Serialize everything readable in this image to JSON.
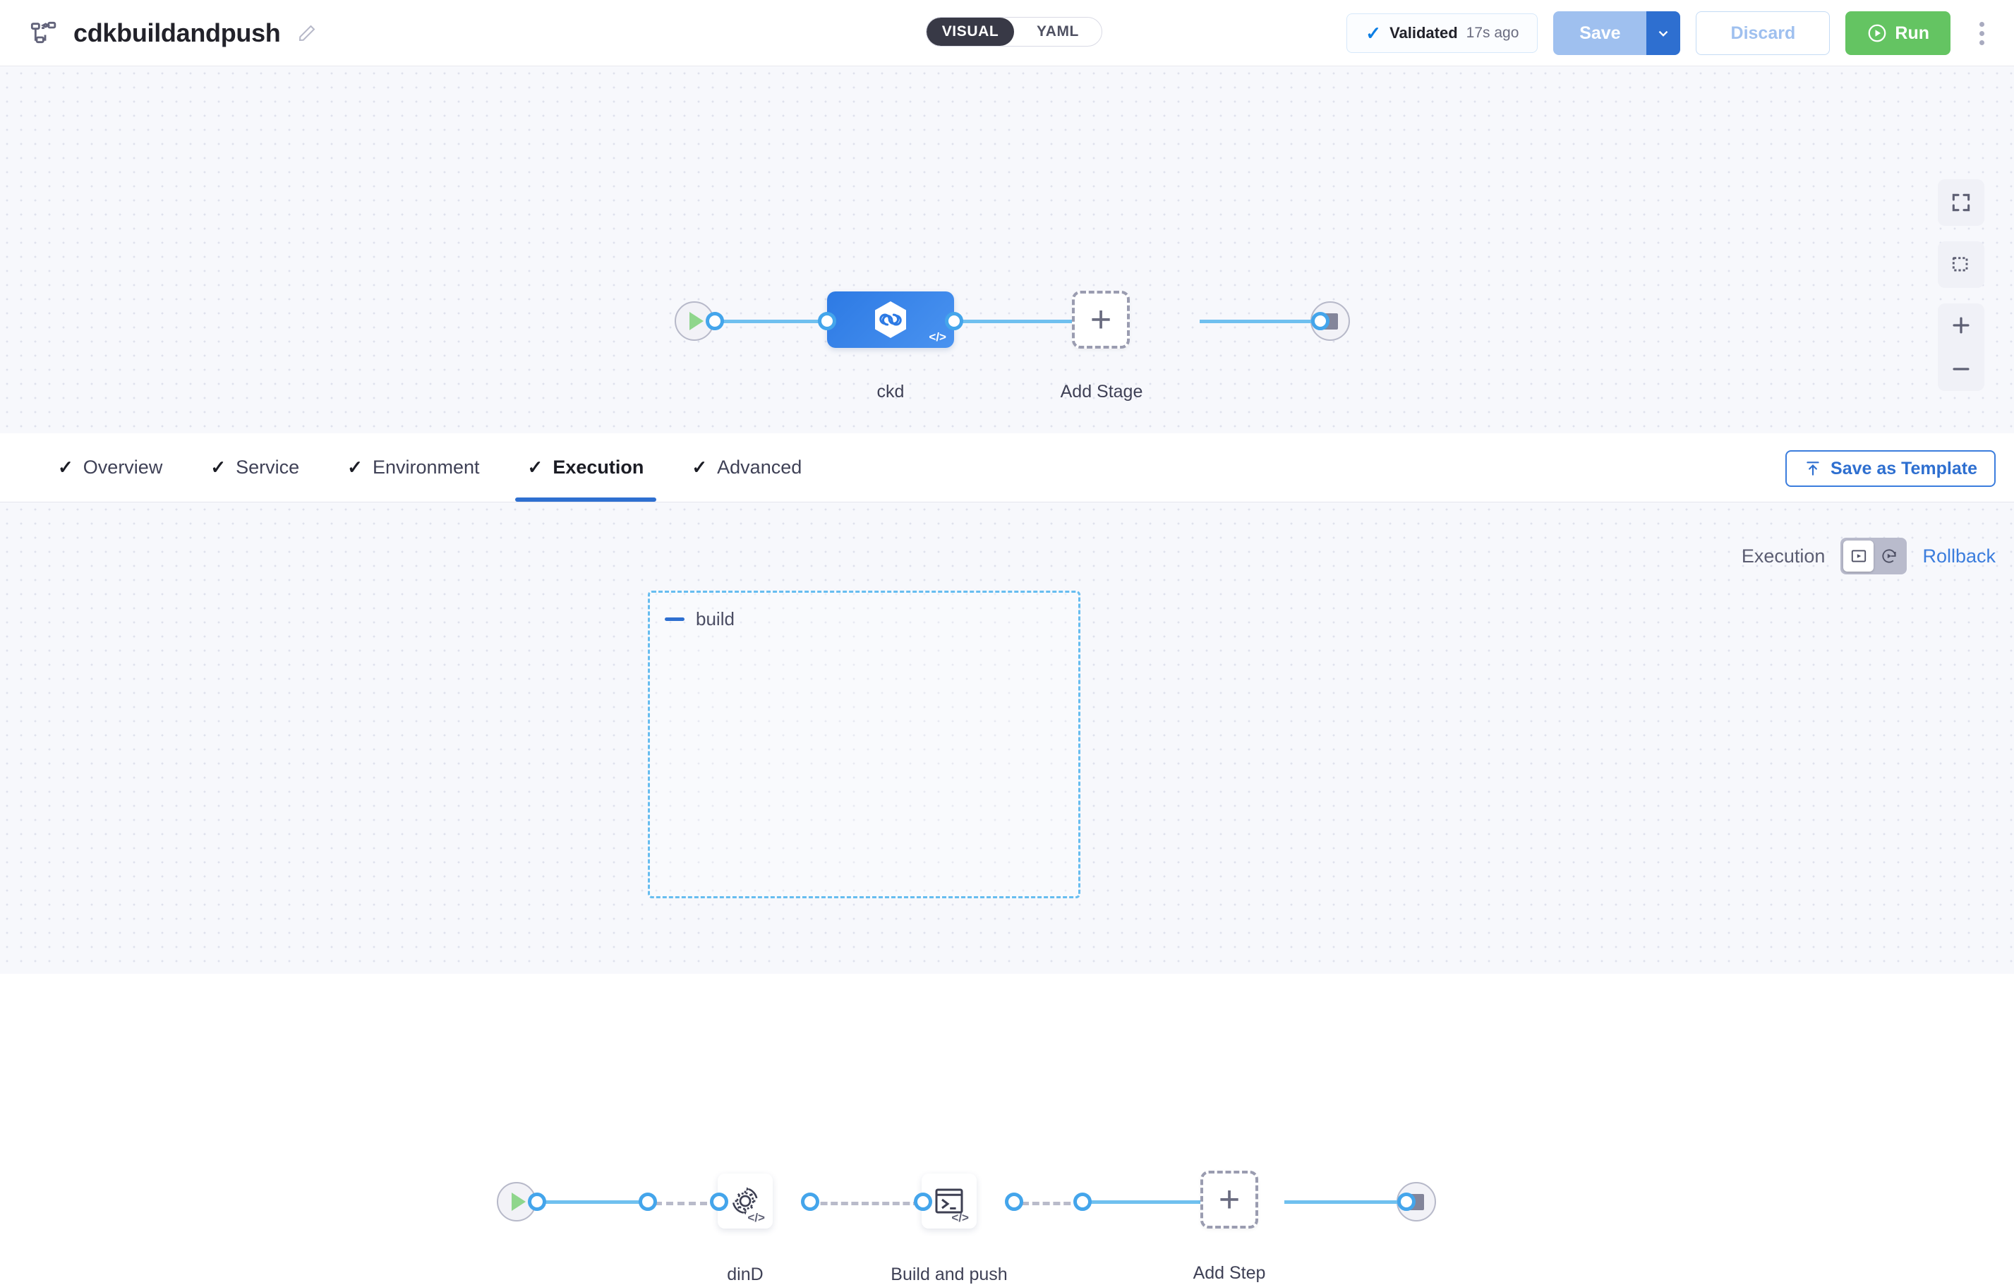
{
  "header": {
    "pipeline_icon": "pipeline-nodes-icon",
    "title": "cdkbuildandpush",
    "edit_icon": "pencil-icon",
    "mode_toggle": {
      "active": "VISUAL",
      "options": [
        "VISUAL",
        "YAML"
      ]
    },
    "validated": {
      "check_icon": "check-icon",
      "label": "Validated",
      "time": "17s ago"
    },
    "save_label": "Save",
    "save_caret_icon": "chevron-down-icon",
    "discard_label": "Discard",
    "run_label": "Run",
    "run_icon": "play-circle-icon",
    "menu_icon": "kebab-menu-icon"
  },
  "stage_canvas": {
    "start_node": "start-play-node",
    "end_node": "end-stop-node",
    "stages": [
      {
        "label": "ckd",
        "icon": "harness-cd-hexagon-icon",
        "badge": "</>",
        "selected": true
      }
    ],
    "add_stage_label": "Add Stage",
    "add_stage_icon": "plus-icon",
    "controls": [
      {
        "name": "fit-to-screen-icon"
      },
      {
        "name": "zoom-to-selection-icon"
      },
      {
        "name": "zoom-in-icon"
      },
      {
        "name": "zoom-out-icon"
      }
    ]
  },
  "tabbar": {
    "tabs": [
      {
        "label": "Overview",
        "tick": "✓",
        "active": false
      },
      {
        "label": "Service",
        "tick": "✓",
        "active": false
      },
      {
        "label": "Environment",
        "tick": "✓",
        "active": false
      },
      {
        "label": "Execution",
        "tick": "✓",
        "active": true
      },
      {
        "label": "Advanced",
        "tick": "✓",
        "active": false
      }
    ],
    "save_as_template": {
      "label": "Save as Template",
      "icon": "upload-template-icon"
    }
  },
  "exec_header": {
    "execution_label": "Execution",
    "rollback_label": "Rollback",
    "toggle_execution_icon": "execution-play-box-icon",
    "toggle_rollback_icon": "rollback-replay-icon",
    "active_segment": "execution"
  },
  "exec_canvas": {
    "start_node": "start-play-node",
    "end_node": "end-stop-node",
    "group": {
      "title": "build",
      "collapse_icon": "collapse-minus-icon",
      "steps": [
        {
          "label": "dinD",
          "icon": "gear-sync-icon",
          "badge": "</>"
        },
        {
          "label": "Build and push",
          "icon": "terminal-shell-icon",
          "badge": "</>"
        }
      ]
    },
    "add_step_label": "Add Step",
    "add_step_icon": "plus-icon"
  },
  "colors": {
    "accent_blue": "#2e6fd0",
    "wire_blue": "#6fc0ef",
    "connector_blue": "#44a5eb",
    "run_green": "#64c462",
    "play_green": "#8fd68c",
    "group_dash": "#67bdf0",
    "canvas_bg": "#f7f8fc",
    "dot_grid": "#dfe1ed"
  }
}
